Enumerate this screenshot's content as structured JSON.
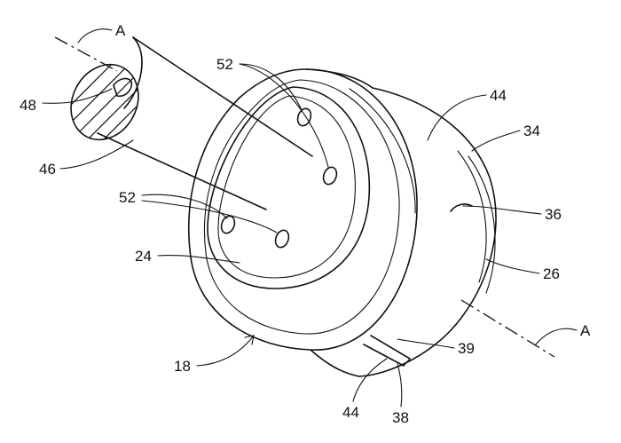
{
  "labels": {
    "a_top": "A",
    "a_bottom": "A",
    "n52_top": "52",
    "n48": "48",
    "n46": "46",
    "n44_top": "44",
    "n34": "34",
    "n36": "36",
    "n52_bottom": "52",
    "n24": "24",
    "n26": "26",
    "n18": "18",
    "n39": "39",
    "n44_bottom": "44",
    "n38": "38"
  }
}
